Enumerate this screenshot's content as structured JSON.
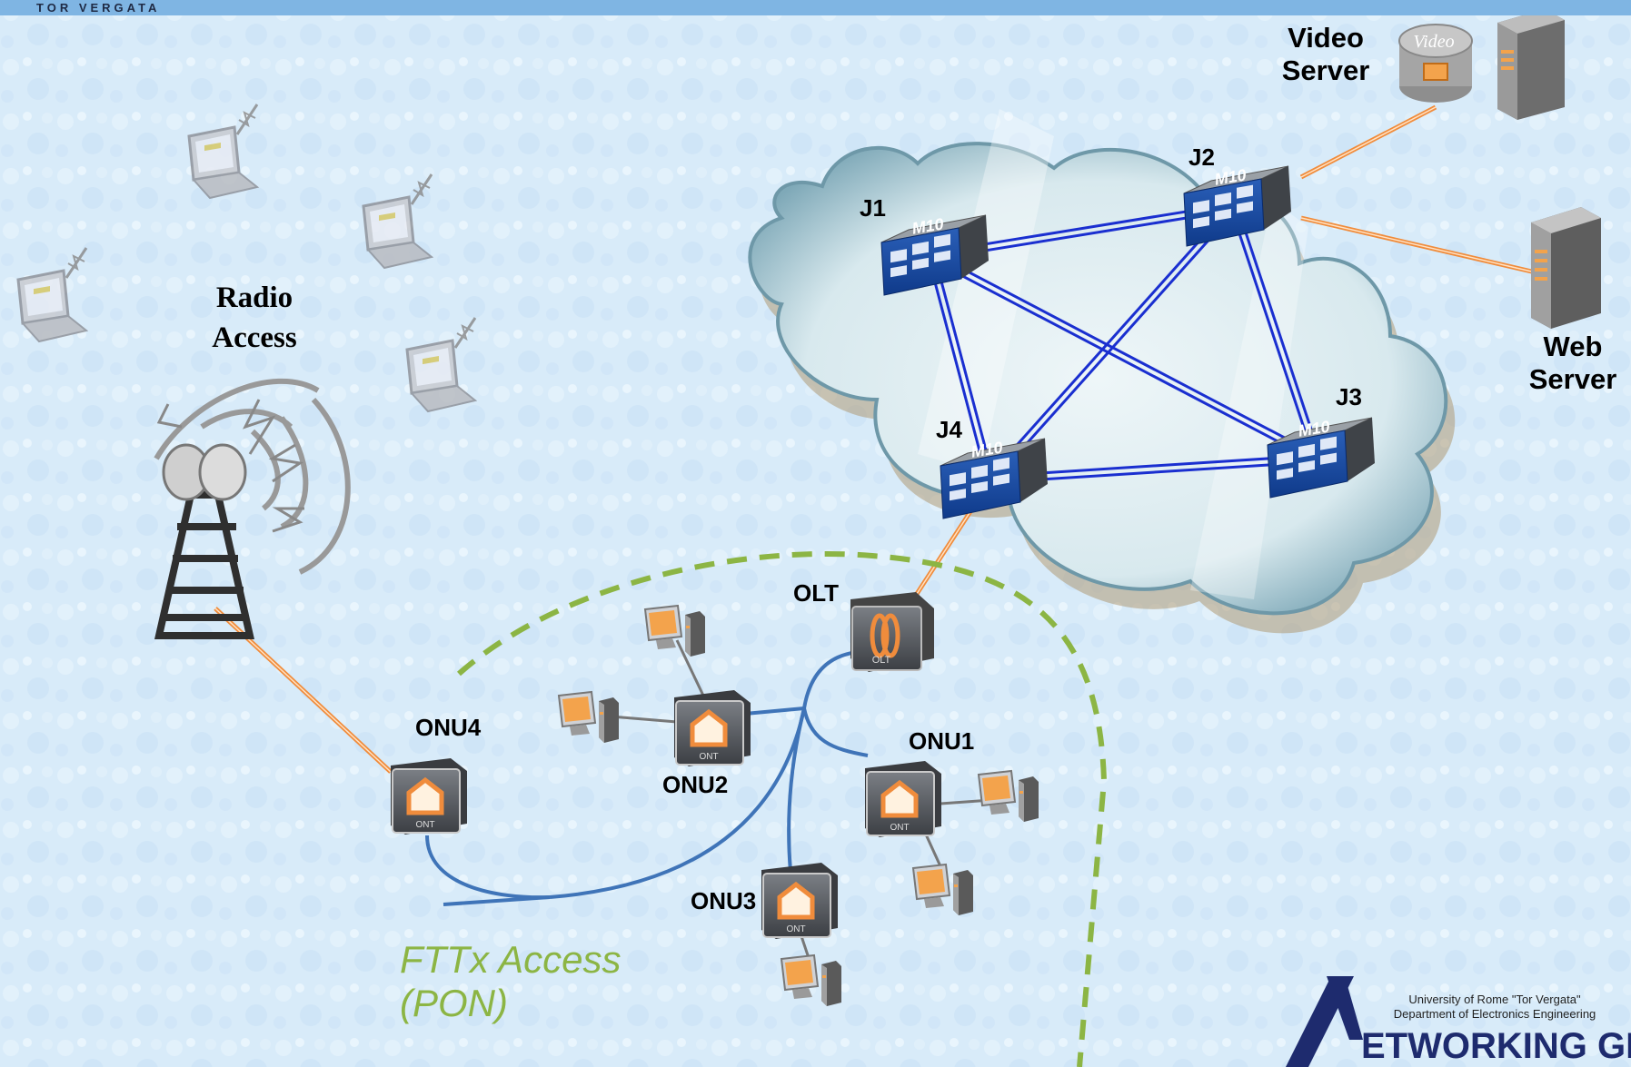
{
  "header": {
    "text": "TOR VERGATA"
  },
  "core": {
    "nodes": [
      {
        "id": "J1",
        "label": "J1",
        "model": "M10"
      },
      {
        "id": "J2",
        "label": "J2",
        "model": "M10"
      },
      {
        "id": "J3",
        "label": "J3",
        "model": "M10"
      },
      {
        "id": "J4",
        "label": "J4",
        "model": "M10"
      }
    ],
    "links": [
      [
        "J1",
        "J2"
      ],
      [
        "J1",
        "J3"
      ],
      [
        "J1",
        "J4"
      ],
      [
        "J2",
        "J3"
      ],
      [
        "J2",
        "J4"
      ],
      [
        "J3",
        "J4"
      ]
    ]
  },
  "servers": {
    "video": {
      "line1": "Video",
      "line2": "Server",
      "disk_text": "Video"
    },
    "web": {
      "line1": "Web",
      "line2": "Server"
    }
  },
  "radio": {
    "line1": "Radio",
    "line2": "Access"
  },
  "pon": {
    "olt": {
      "label": "OLT",
      "device_text": "OLT"
    },
    "onus": [
      {
        "id": "ONU1",
        "label": "ONU1",
        "device_text": "ONT"
      },
      {
        "id": "ONU2",
        "label": "ONU2",
        "device_text": "ONT"
      },
      {
        "id": "ONU3",
        "label": "ONU3",
        "device_text": "ONT"
      },
      {
        "id": "ONU4",
        "label": "ONU4",
        "device_text": "ONT"
      }
    ],
    "area": {
      "line1": "FTTx Access",
      "line2": "(PON)"
    }
  },
  "logo": {
    "line1": "University of Rome \"Tor Vergata\"",
    "line2": "Department of Electronics Engineering",
    "big": "ETWORKING GROU"
  },
  "colors": {
    "background": "#dceefa",
    "core_link": "#1a2fd0",
    "access_link": "#f08c3c",
    "fiber": "#3f74b8",
    "pon_boundary": "#8cb544",
    "cloud": "#cfe6ee"
  }
}
